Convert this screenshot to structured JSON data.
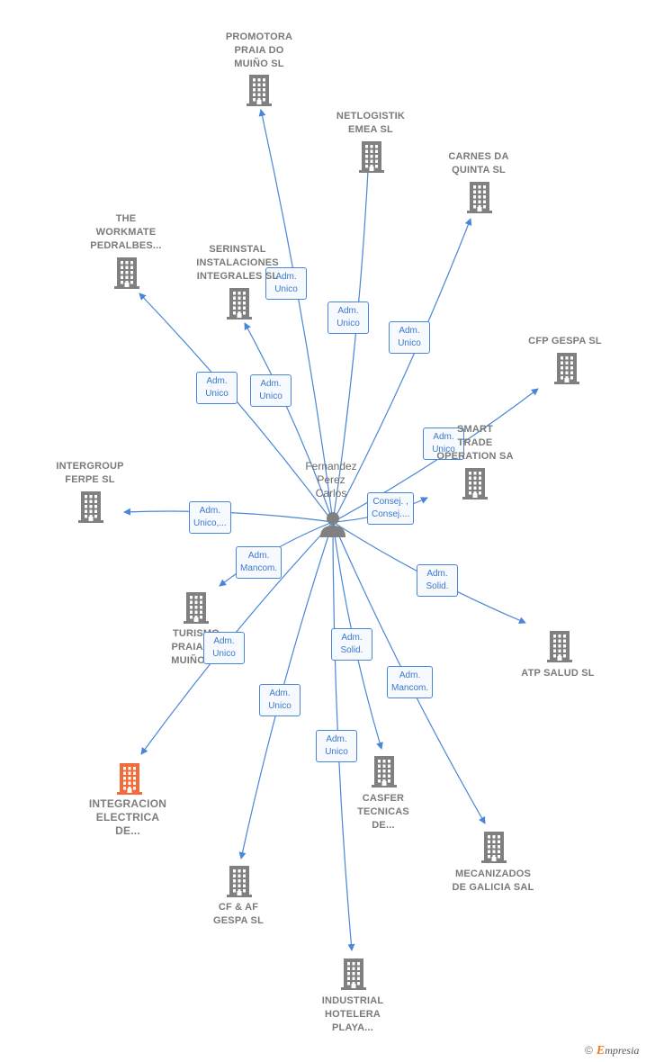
{
  "center": {
    "name": "Fernandez\nPerez\nCarlos"
  },
  "colors": {
    "edge": "#4a86d8",
    "building": "#808080",
    "highlight": "#f26b3a",
    "person": "#808080"
  },
  "nodes": [
    {
      "id": "promotora",
      "label": "PROMOTORA\nPRAIA DO\nMUIÑO SL",
      "relation": "Adm.\nUnico"
    },
    {
      "id": "netlogistik",
      "label": "NETLOGISTIK\nEMEA  SL",
      "relation": "Adm.\nUnico"
    },
    {
      "id": "carnes",
      "label": "CARNES DA\nQUINTA SL",
      "relation": "Adm.\nUnico"
    },
    {
      "id": "workmate",
      "label": "THE\nWORKMATE\nPEDRALBES...",
      "relation": "Adm.\nUnico"
    },
    {
      "id": "serinstal",
      "label": "SERINSTAL\nINSTALACIONES\nINTEGRALES SL",
      "relation": "Adm.\nUnico"
    },
    {
      "id": "cfpgespa",
      "label": "CFP GESPA  SL",
      "relation": "Adm.\nUnico"
    },
    {
      "id": "smart",
      "label": "SMART\nTRADE\nOPERATION SA",
      "relation": "Consej. ,\nConsej...."
    },
    {
      "id": "intergroup",
      "label": "INTERGROUP\nFERPE  SL",
      "relation": "Adm.\nUnico,..."
    },
    {
      "id": "turismo",
      "label": "TURISMO\nPRAIA DO\nMUIÑO SL",
      "relation": "Adm.\nMancom."
    },
    {
      "id": "atpsalud",
      "label": "ATP SALUD  SL",
      "relation": "Adm.\nSolid."
    },
    {
      "id": "integracion",
      "label": "INTEGRACION\nELECTRICA\nDE...",
      "relation": "Adm.\nUnico"
    },
    {
      "id": "casfer",
      "label": "CASFER\nTECNICAS\nDE...",
      "relation": "Adm.\nSolid."
    },
    {
      "id": "mecanizados",
      "label": "MECANIZADOS\nDE GALICIA SAL",
      "relation": "Adm.\nMancom."
    },
    {
      "id": "cfaf",
      "label": "CF & AF\nGESPA  SL",
      "relation": "Adm.\nUnico"
    },
    {
      "id": "industrial",
      "label": "INDUSTRIAL\nHOTELERA\nPLAYA...",
      "relation": "Adm.\nUnico"
    }
  ],
  "footer": {
    "copyright": "©",
    "brand_initial": "E",
    "brand_rest": "mpresia"
  }
}
